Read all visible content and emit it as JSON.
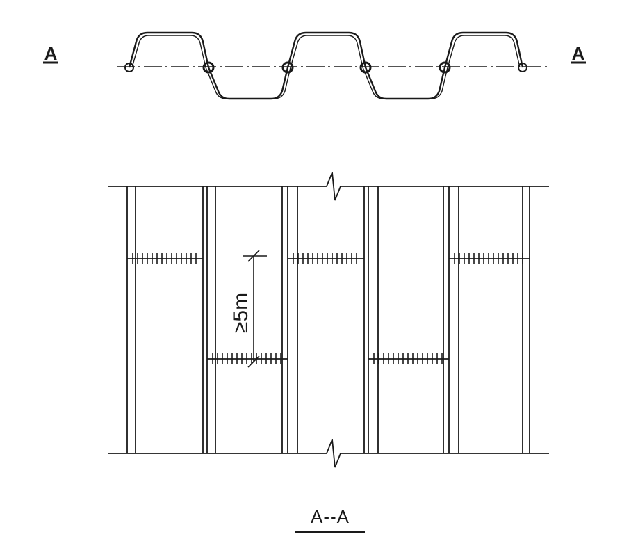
{
  "section_marker_left": "A",
  "section_marker_right": "A",
  "dimension_label": "≥5m",
  "section_title": "A--A",
  "colors": {
    "line": "#1a1a1a",
    "background": "#ffffff"
  }
}
